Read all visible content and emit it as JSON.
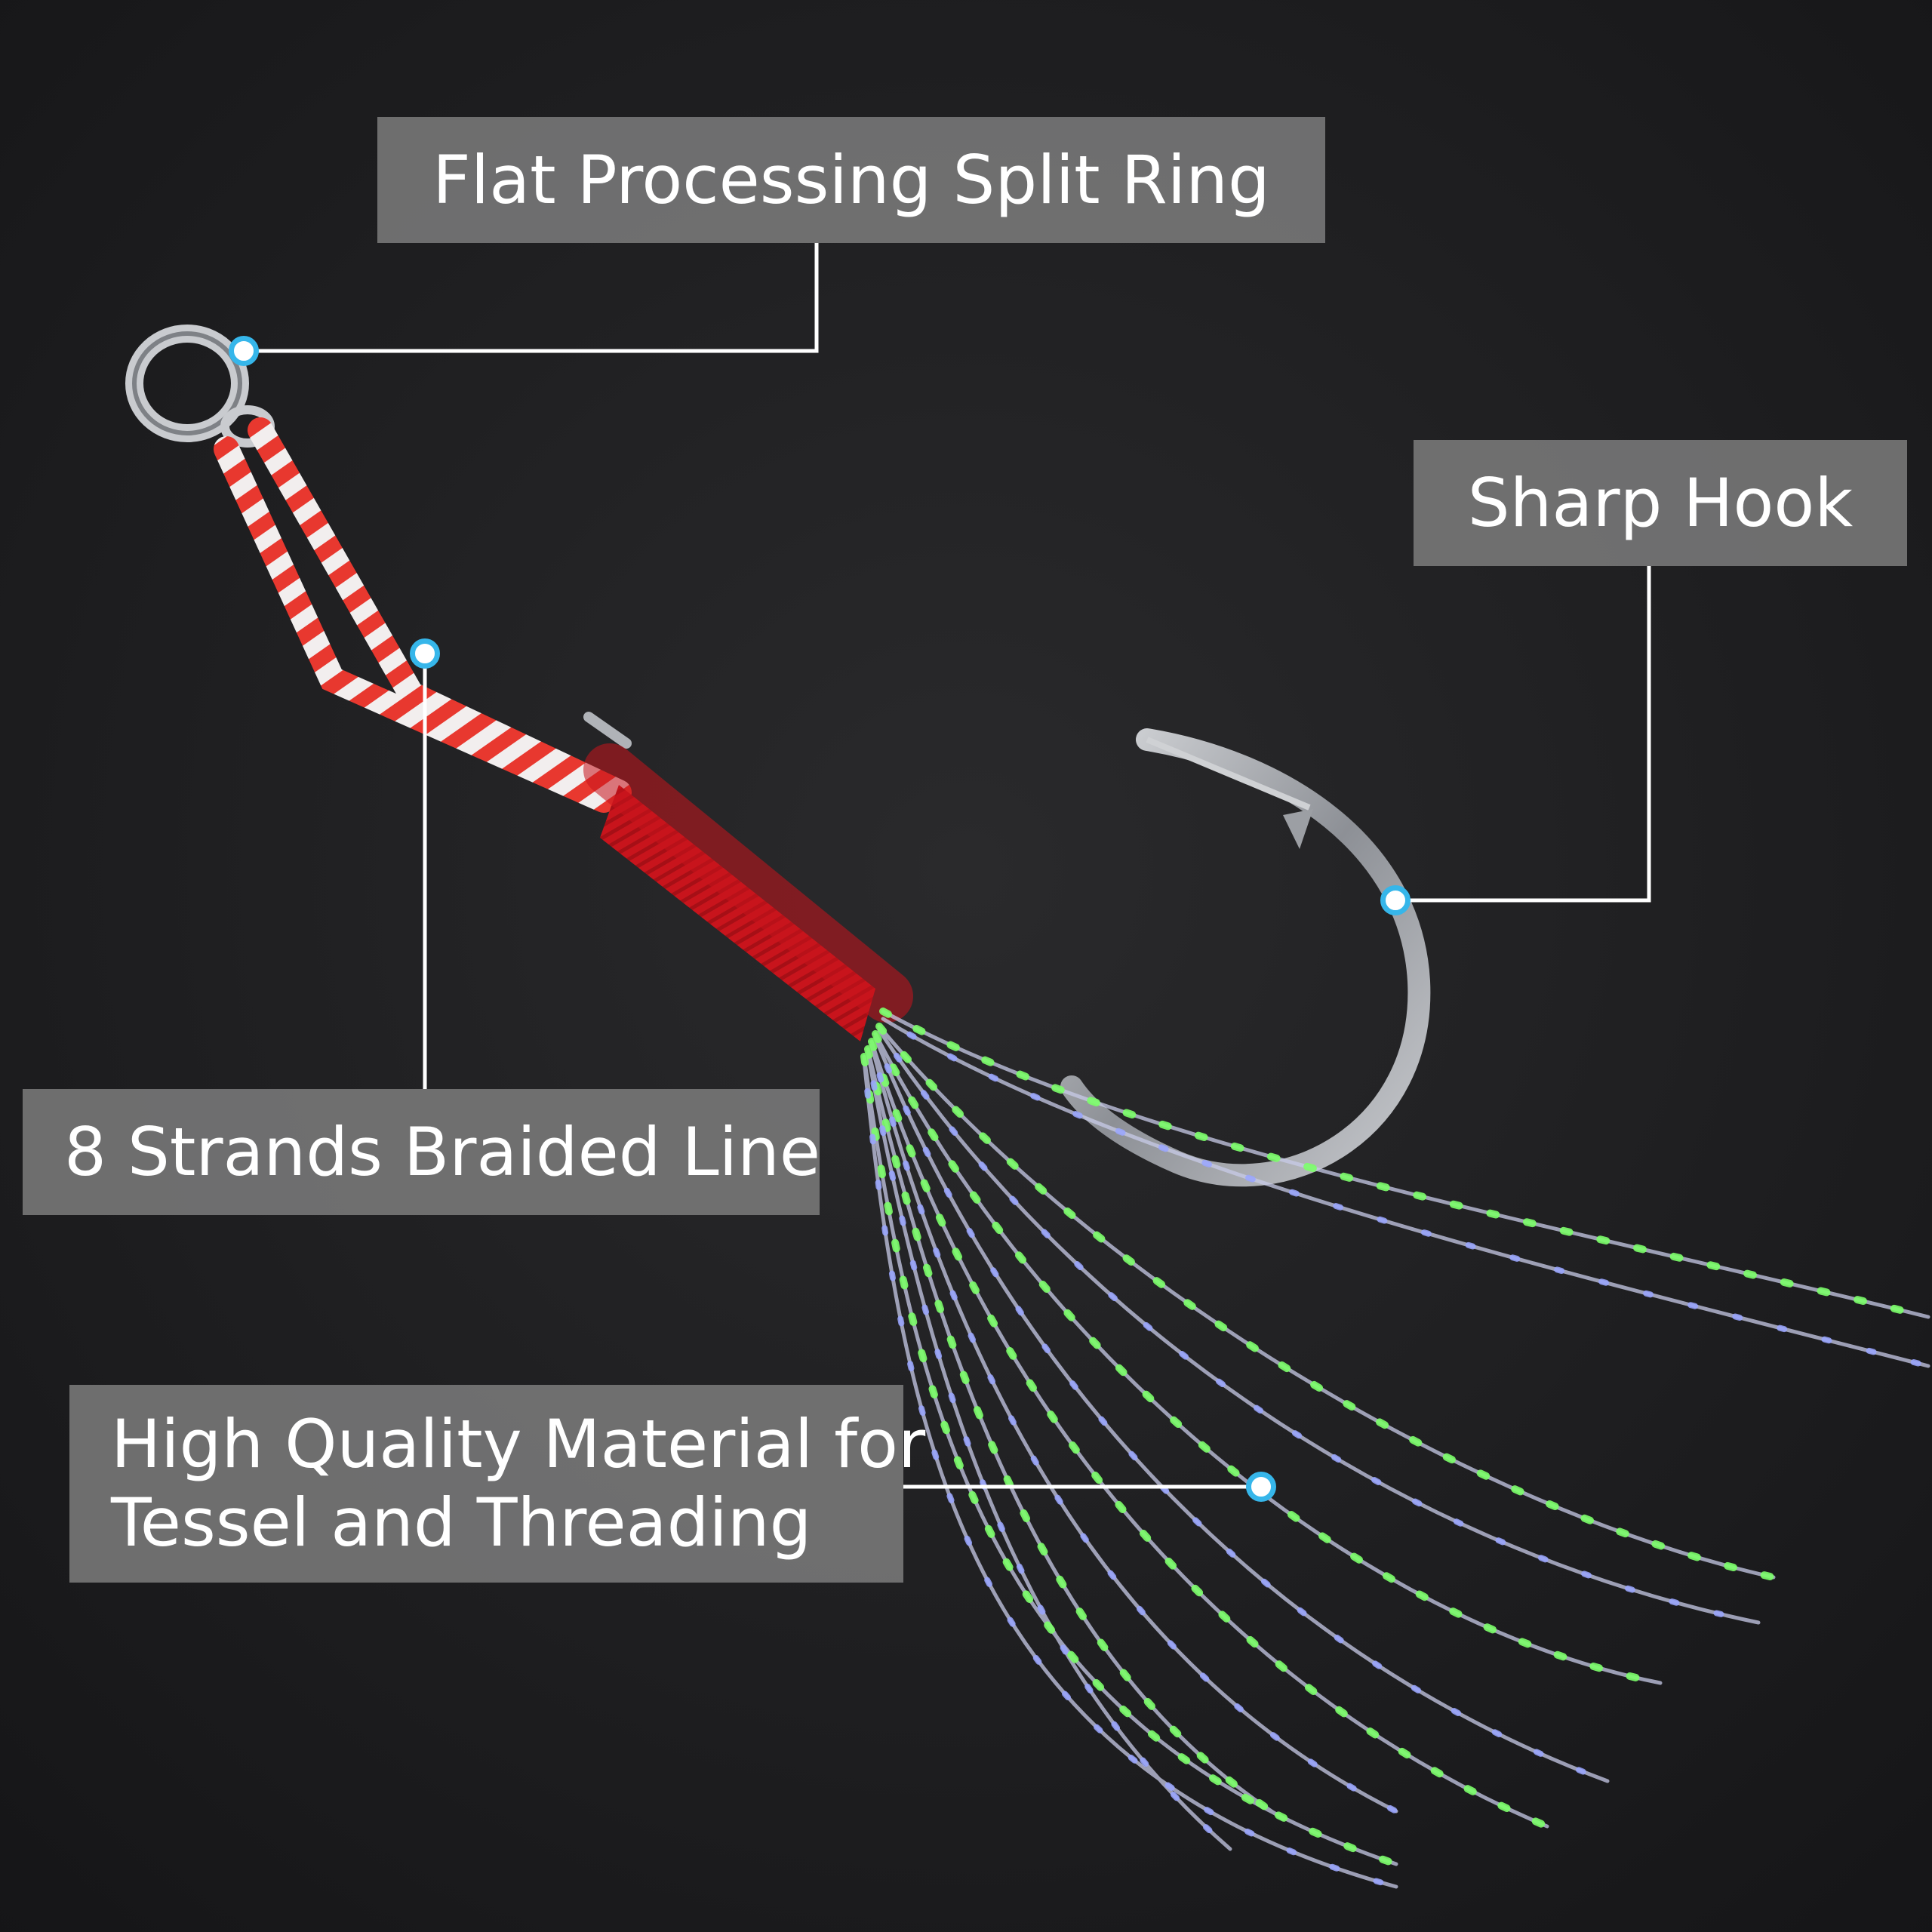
{
  "annotations": [
    {
      "id": "ring",
      "label_lines": [
        "Flat Processing Split Ring"
      ]
    },
    {
      "id": "hook",
      "label_lines": [
        "Sharp Hook"
      ]
    },
    {
      "id": "braid",
      "label_lines": [
        "8 Strands Braided Line"
      ]
    },
    {
      "id": "tassel",
      "label_lines": [
        "High Quality Material for",
        "Tessel and Threading"
      ]
    }
  ],
  "colors": {
    "background": "#1c1c1e",
    "label_bg": "#7a7a7a",
    "label_text": "#ffffff",
    "leader_line": "#ffffff",
    "marker_ring": "#36b6ea",
    "braid_red": "#e8382f",
    "braid_white": "#f2eeee",
    "wrap_red": "#c8141c",
    "hook_steel": "#b9bcc2",
    "tinsel_green": "#7cff6a"
  }
}
